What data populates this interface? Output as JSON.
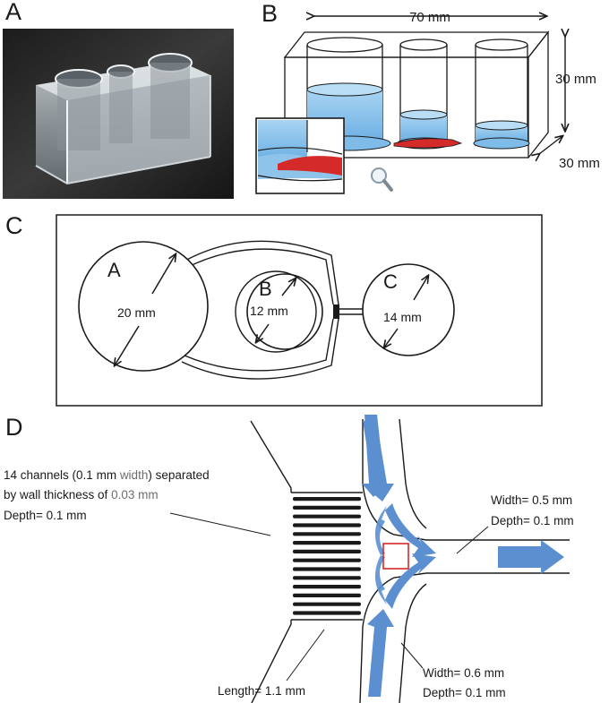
{
  "panels": {
    "a": {
      "letter": "A"
    },
    "b": {
      "letter": "B",
      "length_label": "70 mm",
      "height_label": "30 mm",
      "depth_label": "30 mm"
    },
    "c": {
      "letter": "C",
      "wells": [
        {
          "letter": "A",
          "diameter_label": "20 mm"
        },
        {
          "letter": "B",
          "diameter_label": "12 mm"
        },
        {
          "letter": "C",
          "diameter_label": "14 mm"
        }
      ]
    },
    "d": {
      "letter": "D",
      "channels_note": {
        "line1_a": "14 channels (0.1 mm ",
        "line1_b": "width",
        "line1_c": ") separated",
        "line2_a": "by wall thickness of ",
        "line2_b": "0.03 mm",
        "line3": "Depth= 0.1 mm"
      },
      "outlet_width": "Width= 0.5 mm",
      "outlet_depth": "Depth= 0.1 mm",
      "inlet_width": "Width= 0.6 mm",
      "inlet_depth": "Depth= 0.1 mm",
      "length_label": "Length= 1.1 mm"
    }
  },
  "colors": {
    "water": "#8fc4ea",
    "water_dark": "#5a9fd6",
    "stain": "#d42a2a",
    "flow_arrow": "#5b8fd0",
    "outline": "#1a1a1a"
  }
}
